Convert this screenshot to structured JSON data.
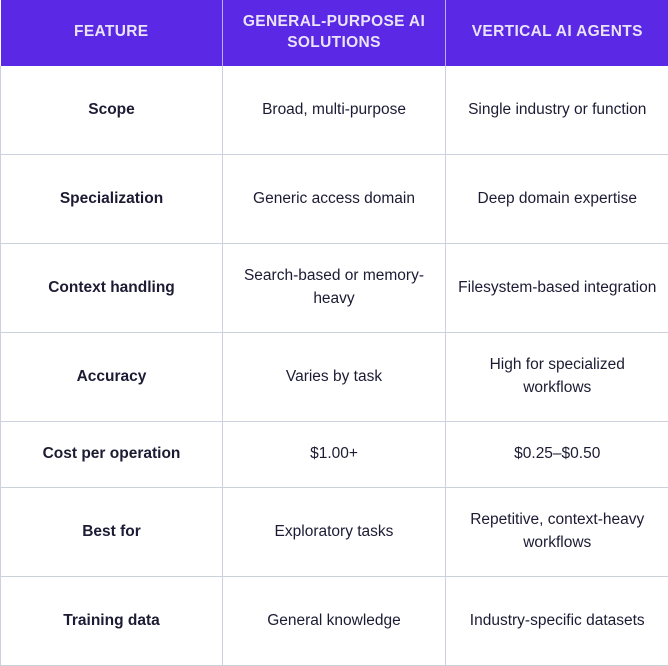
{
  "table": {
    "headers": [
      {
        "label": "FEATURE",
        "name": "feature"
      },
      {
        "label": "GENERAL-PURPOSE AI SOLUTIONS",
        "name": "general-purpose-ai-solutions"
      },
      {
        "label": "VERTICAL AI AGENTS",
        "name": "vertical-ai-agents"
      }
    ],
    "rows": [
      {
        "feature": "Scope",
        "general": "Broad, multi-purpose",
        "vertical": "Single industry or function",
        "lines": 2
      },
      {
        "feature": "Specialization",
        "general": "Generic access domain",
        "vertical": "Deep domain expertise",
        "lines": 2
      },
      {
        "feature": "Context handling",
        "general": "Search-based or memory-heavy",
        "vertical": "Filesystem-based integration",
        "lines": 2
      },
      {
        "feature": "Accuracy",
        "general": "Varies by task",
        "vertical": "High for specialized workflows",
        "lines": 2
      },
      {
        "feature": "Cost per operation",
        "general": "$1.00+",
        "vertical": "$0.25–$0.50",
        "lines": 1
      },
      {
        "feature": "Best for",
        "general": "Exploratory tasks",
        "vertical": "Repetitive, context-heavy workflows",
        "lines": 2
      },
      {
        "feature": "Training data",
        "general": "General knowledge",
        "vertical": "Industry-specific datasets",
        "lines": 2
      }
    ]
  },
  "colors": {
    "header_background": "#5B28E6",
    "header_text": "#e9e4fa",
    "body_text": "#1c1b33",
    "border": "#ccd2dc",
    "header_divider": "#b9aef0",
    "page_background": "#ffffff"
  }
}
